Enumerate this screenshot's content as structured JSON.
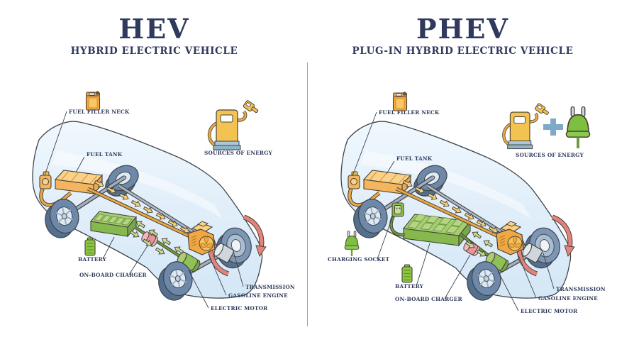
{
  "page": {
    "background": "#ffffff"
  },
  "colors": {
    "title_text": "#2f3a5c",
    "label_text": "#2f3a5c",
    "divider": "#9aa3ab",
    "outline": "#46413a",
    "car_body_top": "#f0f8fd",
    "car_body_bottom": "#d4e7f6",
    "fuel_orange": "#f3b55e",
    "fuel_line_orange": "#e8a843",
    "yellow_arrow": "#f4d07a",
    "battery_green_top": "#a6cd71",
    "battery_green_side": "#86b94d",
    "electric_line_green": "#6d9a3b",
    "green_arrow": "#c9db93",
    "tire_slate": "#6d88a8",
    "steel_silver": "#cfd6dd",
    "charger_pink": "#e8949c",
    "rotation_red": "#e4837b",
    "plus_blue": "#7fa9c9"
  },
  "left_panel": {
    "title": "HEV",
    "subtitle": "HYBRID ELECTRIC VEHICLE",
    "icons": [
      "jerrycan-icon",
      "fuel-pump-icon",
      "battery-icon"
    ],
    "labels": {
      "fuel_filler_neck": "FUEL FILLER NECK",
      "fuel_tank": "FUEL TANK",
      "sources_of_energy": "SOURCES OF ENERGY",
      "battery": "BATTERY",
      "on_board_charger": "ON-BOARD CHARGER",
      "transmission": "TRANSMISSION",
      "gasoline_engine": "GASOLINE ENGINE",
      "electric_motor": "ELECTRIC MOTOR"
    }
  },
  "right_panel": {
    "title": "PHEV",
    "subtitle": "PLUG-IN HYBRID ELECTRIC VEHICLE",
    "icons": [
      "jerrycan-icon",
      "fuel-pump-icon",
      "plus-icon",
      "electric-plug-icon",
      "battery-icon"
    ],
    "labels": {
      "fuel_filler_neck": "FUEL FILLER NECK",
      "fuel_tank": "FUEL TANK",
      "sources_of_energy": "SOURCES OF ENERGY",
      "charging_socket": "CHARGING SOCKET",
      "battery": "BATTERY",
      "on_board_charger": "ON-BOARD CHARGER",
      "transmission": "TRANSMISSION",
      "gasoline_engine": "GASOLINE ENGINE",
      "electric_motor": "ELECTRIC MOTOR"
    }
  }
}
